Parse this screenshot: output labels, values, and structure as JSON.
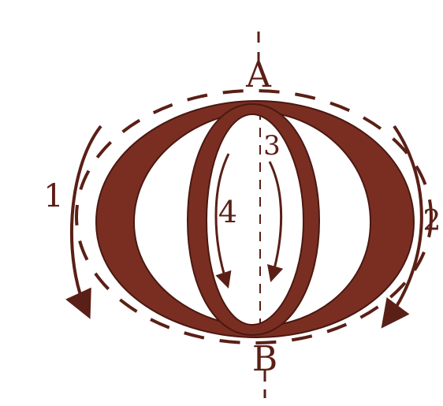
{
  "labels": {
    "top": "A",
    "bottom": "B",
    "stroke_1": "1",
    "stroke_2": "2",
    "stroke_3": "3",
    "stroke_4": "4"
  },
  "colors": {
    "ink": "#5a1f16",
    "letter_fill": "#7a2e22",
    "background": "#ffffff"
  }
}
